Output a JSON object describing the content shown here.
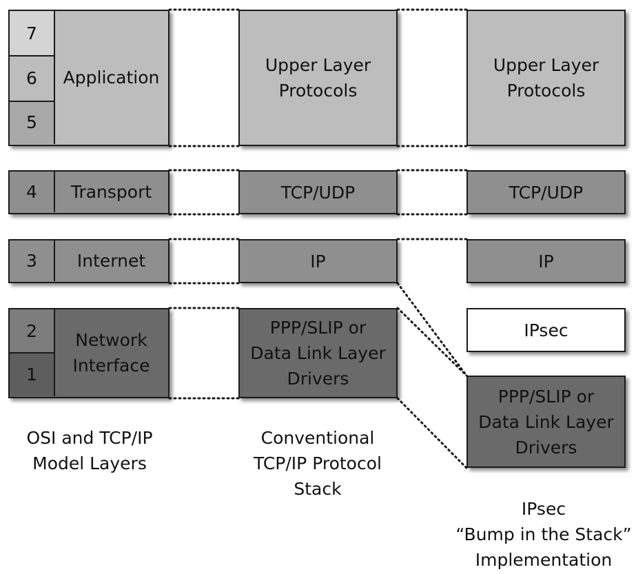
{
  "osi": {
    "layer_7": "7",
    "layer_6": "6",
    "layer_5": "5",
    "application": "Application",
    "layer_4": "4",
    "transport": "Transport",
    "layer_3": "3",
    "internet": "Internet",
    "layer_2": "2",
    "layer_1": "1",
    "network_interface": "Network\nInterface",
    "caption": "OSI and TCP/IP\nModel Layers"
  },
  "conventional": {
    "upper": "Upper Layer\nProtocols",
    "tcpudp": "TCP/UDP",
    "ip": "IP",
    "datalink": "PPP/SLIP or\nData Link Layer\nDrivers",
    "caption": "Conventional\nTCP/IP Protocol\nStack"
  },
  "bits": {
    "upper": "Upper Layer\nProtocols",
    "tcpudp": "TCP/UDP",
    "ip": "IP",
    "ipsec": "IPsec",
    "datalink": "PPP/SLIP or\nData Link Layer\nDrivers",
    "caption": "IPsec\n“Bump in the Stack”\nImplementation"
  },
  "colors": {
    "lightest": "#d4d4d4",
    "light": "#bdbdbd",
    "mid": "#8f8f8f",
    "dark": "#6a6a6a",
    "ipsec": "#ffffff",
    "border": "#1a1a1a"
  }
}
